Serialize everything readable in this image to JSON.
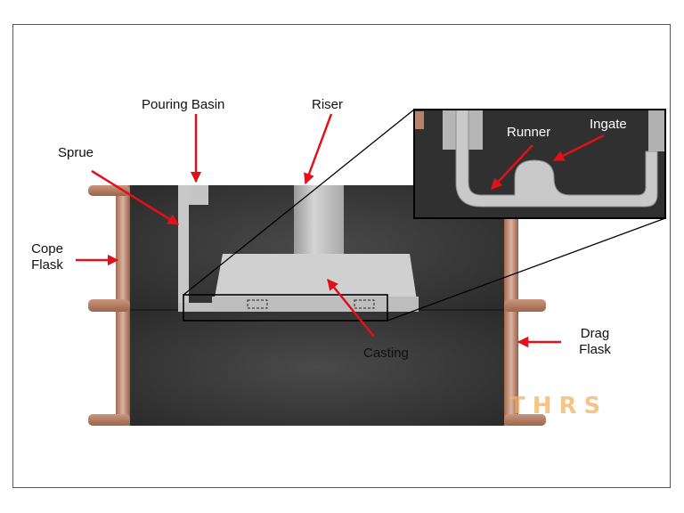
{
  "labels": {
    "pouring_basin": "Pouring Basin",
    "riser": "Riser",
    "sprue": "Sprue",
    "cope_flask": [
      "Cope",
      "Flask"
    ],
    "drag_flask": [
      "Drag",
      "Flask"
    ],
    "casting": "Casting",
    "runner": "Runner",
    "ingate": "Ingate"
  },
  "watermark": {
    "text": "THRS"
  },
  "colors": {
    "sand": "#3a3a3a",
    "flask": "#b9826a",
    "metal": "#c9c9c9",
    "arrow": "#e3101a"
  }
}
